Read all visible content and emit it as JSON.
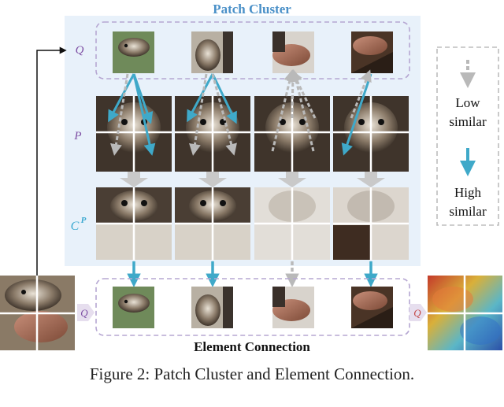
{
  "diagram": {
    "title": "Patch Cluster",
    "bottom_title": "Element Connection",
    "row_labels": {
      "q": "Q",
      "p": "P",
      "cp_base": "C",
      "cp_sup": "P"
    },
    "side_labels": {
      "q_input": "Q",
      "q_output": "Q"
    },
    "legend": {
      "low_line1": "Low",
      "low_line2": "similar",
      "high_line1": "High",
      "high_line2": "similar"
    },
    "caption": "Figure 2: Patch Cluster and Element Connection."
  },
  "colors": {
    "panel_bg": "#e8f1fa",
    "title": "#4a90c8",
    "accent_arrow": "#3fa9c9",
    "low_arrow": "#b9b9b9",
    "dashed_box": "#b6a7d2",
    "q_label": "#7e4fa4",
    "cp_label": "#3aa8d0",
    "output_q_label": "#c44a4a"
  }
}
